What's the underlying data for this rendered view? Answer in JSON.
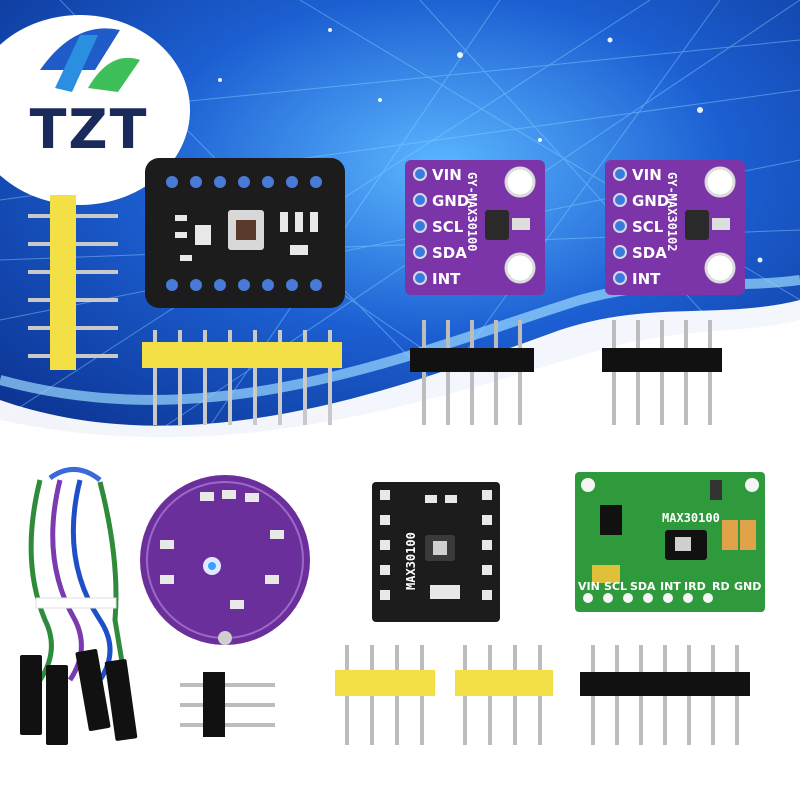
{
  "brand": {
    "logo_text": "TZT"
  },
  "modules": {
    "gy_30100": {
      "board_label": "GY-MAX30100",
      "pins": [
        "VIN",
        "GND",
        "SCL",
        "SDA",
        "INT"
      ]
    },
    "gy_30102": {
      "board_label": "GY-MAX30102",
      "pins": [
        "VIN",
        "GND",
        "SCL",
        "SDA",
        "INT"
      ]
    },
    "black_small": {
      "board_label": "MAX30100"
    },
    "green": {
      "board_label": "MAX30100",
      "pins": [
        "VIN",
        "SCL",
        "SDA",
        "INT",
        "IRD",
        "RD",
        "GND"
      ]
    }
  },
  "colors": {
    "purple_pcb": "#7b35a8",
    "black_pcb": "#1c1c1c",
    "green_pcb": "#2f9a3c",
    "yellow_header": "#f2e046",
    "blue_background": "#1a4fc0"
  }
}
